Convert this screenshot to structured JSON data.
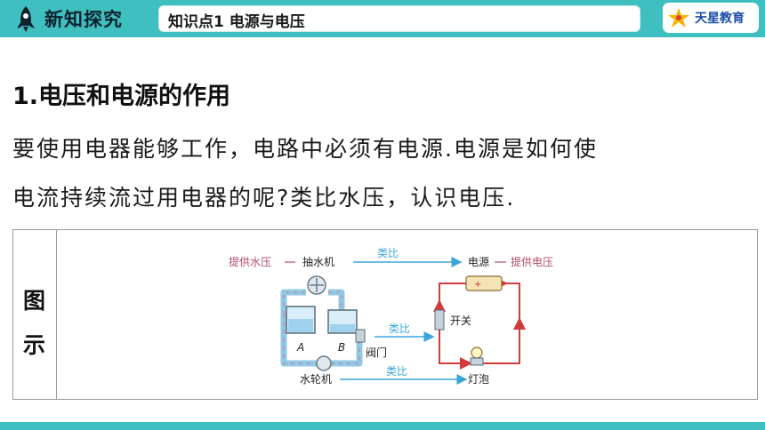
{
  "header": {
    "section_title": "新知探究",
    "tag": "知识点1  电源与电压",
    "brand": "天星教育"
  },
  "content": {
    "heading": "1.电压和电源的作用",
    "paragraph_line1": "要使用电器能够工作，电路中必须有电源.电源是如何使",
    "paragraph_line2": "电流持续流过用电器的呢?类比水压，认识电压."
  },
  "table": {
    "label_line1": "图",
    "label_line2": "示"
  },
  "figure": {
    "provide_water_pressure": "提供水压",
    "pump": "抽水机",
    "analogy": "类比",
    "power_source": "电源",
    "provide_voltage": "提供电压",
    "label_a": "A",
    "label_b": "B",
    "switch": "开关",
    "valve": "阀门",
    "water_wheel": "水轮机",
    "lamp": "灯泡"
  }
}
